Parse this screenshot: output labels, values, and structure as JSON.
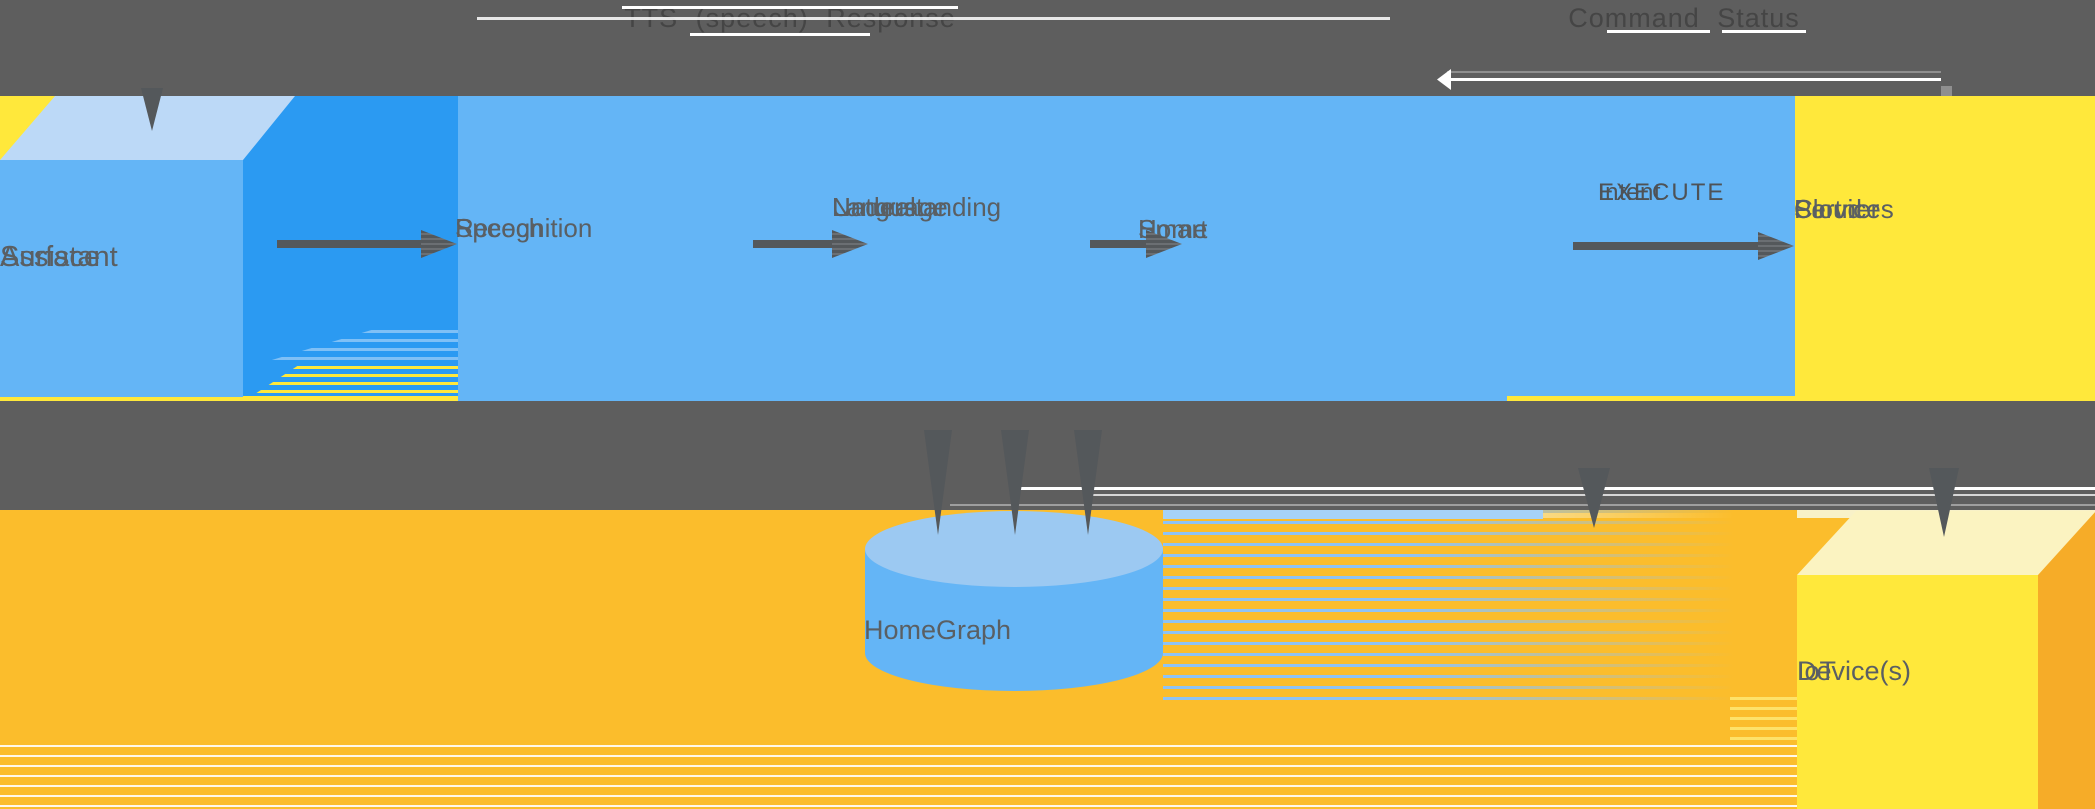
{
  "colors": {
    "band_gray": "#5E5E5E",
    "arrow_gray": "#54585B",
    "box_blue": "#64B5F6",
    "dark_blue": "#2B9AF2",
    "light_blue": "#BCD9F7",
    "cylinder_top": "#9CC9F2",
    "bright_yellow": "#FFE83B",
    "amber": "#FBBD2C",
    "pale_yellow": "#FBF3C1",
    "text_gray": "#5A5F63",
    "band_text": "#454545",
    "white": "#FFFFFF"
  },
  "flow_labels": {
    "tts_response": "TTS (speech) Response",
    "command_status": "Command Status",
    "execute_intent": [
      "EXECUTE",
      "Intent"
    ]
  },
  "nodes": {
    "assistant_surface": {
      "lines": [
        "Assistant",
        "Surface"
      ]
    },
    "speech_recognition": {
      "lines": [
        "Speech",
        "Recognition"
      ]
    },
    "natural_language_understanding": {
      "lines": [
        "Natural",
        "Language",
        "Understanding"
      ]
    },
    "smart_home": {
      "lines": [
        "Smart",
        "Home"
      ]
    },
    "partner_cloud_services": {
      "lines": [
        "Partner",
        "Cloud",
        "Services"
      ]
    },
    "homegraph": {
      "lines": [
        "HomeGraph"
      ]
    },
    "iot_devices": {
      "lines": [
        "IoT",
        "Device(s)"
      ]
    }
  }
}
